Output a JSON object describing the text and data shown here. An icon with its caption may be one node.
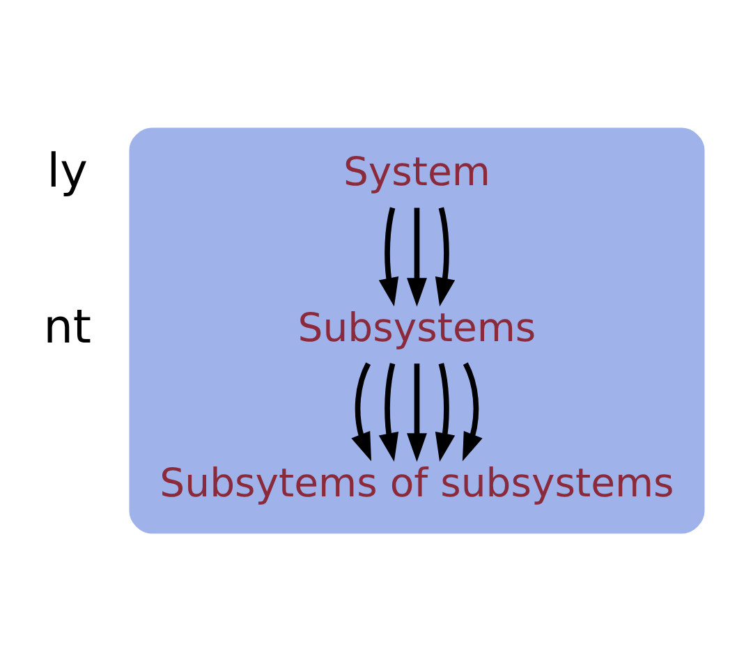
{
  "diagram": {
    "nodes": [
      {
        "text": [],
        "shape": "triangle"
      },
      {
        "text": [
          "System"
        ],
        "in": 0
      },
      {
        "text": [
          "Subsystems"
        ],
        "in": 0
      },
      {
        "text": [
          "Subsytems of subsystems"
        ],
        "in": 0
      }
    ],
    "edges": [
      {
        "from": 1,
        "to": 2,
        "arrow": "to"
      },
      {
        "from": 1,
        "to": 2,
        "arrow": "to"
      },
      {
        "from": 1,
        "to": 2,
        "arrow": "to"
      },
      {
        "from": 2,
        "to": 3,
        "arrow": "to"
      },
      {
        "from": 2,
        "to": 3,
        "arrow": "to"
      },
      {
        "from": 2,
        "to": 3,
        "arrow": "to"
      },
      {
        "from": 2,
        "to": 3,
        "arrow": "to"
      },
      {
        "from": 2,
        "to": 3,
        "arrow": "to"
      }
    ],
    "labels": [
      "ly",
      "nt"
    ]
  }
}
